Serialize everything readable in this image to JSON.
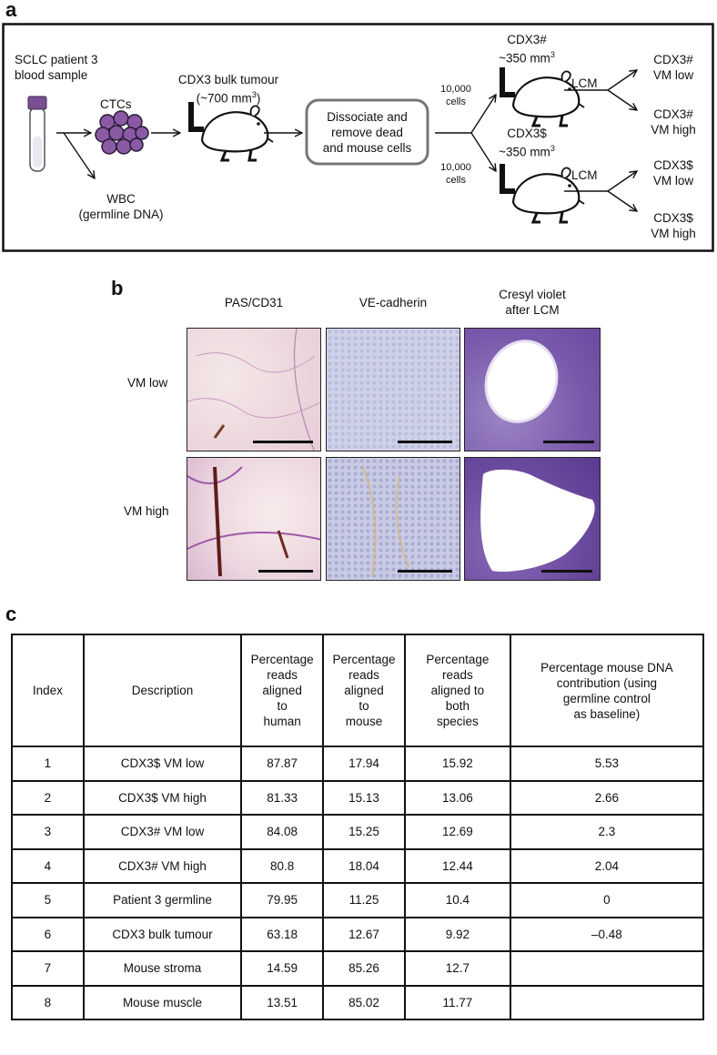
{
  "panels": {
    "a": {
      "letter": "a",
      "patient_line1": "SCLC patient 3",
      "patient_line2": "blood sample",
      "ctcs": "CTCs",
      "wbc_line1": "WBC",
      "wbc_line2": "(germline DNA)",
      "bulk_line1": "CDX3 bulk tumour",
      "bulk_line2_prefix": "(~700 mm",
      "bulk_line2_sup": "3",
      "bulk_line2_suffix": ")",
      "process_line1": "Dissociate and",
      "process_line2": "remove dead",
      "process_line3": "and mouse cells",
      "cells_top_line1": "10,000",
      "cells_top_line2": "cells",
      "cells_bottom_line1": "10,000",
      "cells_bottom_line2": "cells",
      "hash_name": "CDX3#",
      "hash_volume": "~350 mm",
      "dollar_name": "CDX3$",
      "dollar_volume": "~350 mm",
      "volume_sup": "3",
      "lcm_top": "LCM",
      "lcm_bottom": "LCM",
      "out1_line1": "CDX3#",
      "out1_line2": "VM low",
      "out2_line1": "CDX3#",
      "out2_line2": "VM high",
      "out3_line1": "CDX3$",
      "out3_line2": "VM low",
      "out4_line1": "CDX3$",
      "out4_line2": "VM high"
    },
    "b": {
      "letter": "b",
      "col1": "PAS/CD31",
      "col2": "VE-cadherin",
      "col3_line1": "Cresyl violet",
      "col3_line2": "after LCM",
      "row1": "VM low",
      "row2": "VM high"
    },
    "c": {
      "letter": "c",
      "headers": {
        "index": "Index",
        "description": "Description",
        "human": [
          "Percentage",
          "reads",
          "aligned",
          "to",
          "human"
        ],
        "mouse": [
          "Percentage",
          "reads",
          "aligned",
          "to",
          "mouse"
        ],
        "both": [
          "Percentage",
          "reads",
          "aligned to",
          "both",
          "species"
        ],
        "contribution": [
          "Percentage mouse DNA",
          "contribution (using",
          "germline control",
          "as baseline)"
        ]
      },
      "rows": [
        {
          "index": "1",
          "description": "CDX3$ VM low",
          "human": "87.87",
          "mouse": "17.94",
          "both": "15.92",
          "contribution": "5.53"
        },
        {
          "index": "2",
          "description": "CDX3$ VM high",
          "human": "81.33",
          "mouse": "15.13",
          "both": "13.06",
          "contribution": "2.66"
        },
        {
          "index": "3",
          "description": "CDX3# VM low",
          "human": "84.08",
          "mouse": "15.25",
          "both": "12.69",
          "contribution": "2.3"
        },
        {
          "index": "4",
          "description": "CDX3# VM high",
          "human": "80.8",
          "mouse": "18.04",
          "both": "12.44",
          "contribution": "2.04"
        },
        {
          "index": "5",
          "description": "Patient 3 germline",
          "human": "79.95",
          "mouse": "11.25",
          "both": "10.4",
          "contribution": "0"
        },
        {
          "index": "6",
          "description": "CDX3 bulk tumour",
          "human": "63.18",
          "mouse": "12.67",
          "both": "9.92",
          "contribution": "–0.48"
        },
        {
          "index": "7",
          "description": "Mouse stroma",
          "human": "14.59",
          "mouse": "85.26",
          "both": "12.7",
          "contribution": ""
        },
        {
          "index": "8",
          "description": "Mouse muscle",
          "human": "13.51",
          "mouse": "85.02",
          "both": "11.77",
          "contribution": ""
        }
      ]
    }
  }
}
